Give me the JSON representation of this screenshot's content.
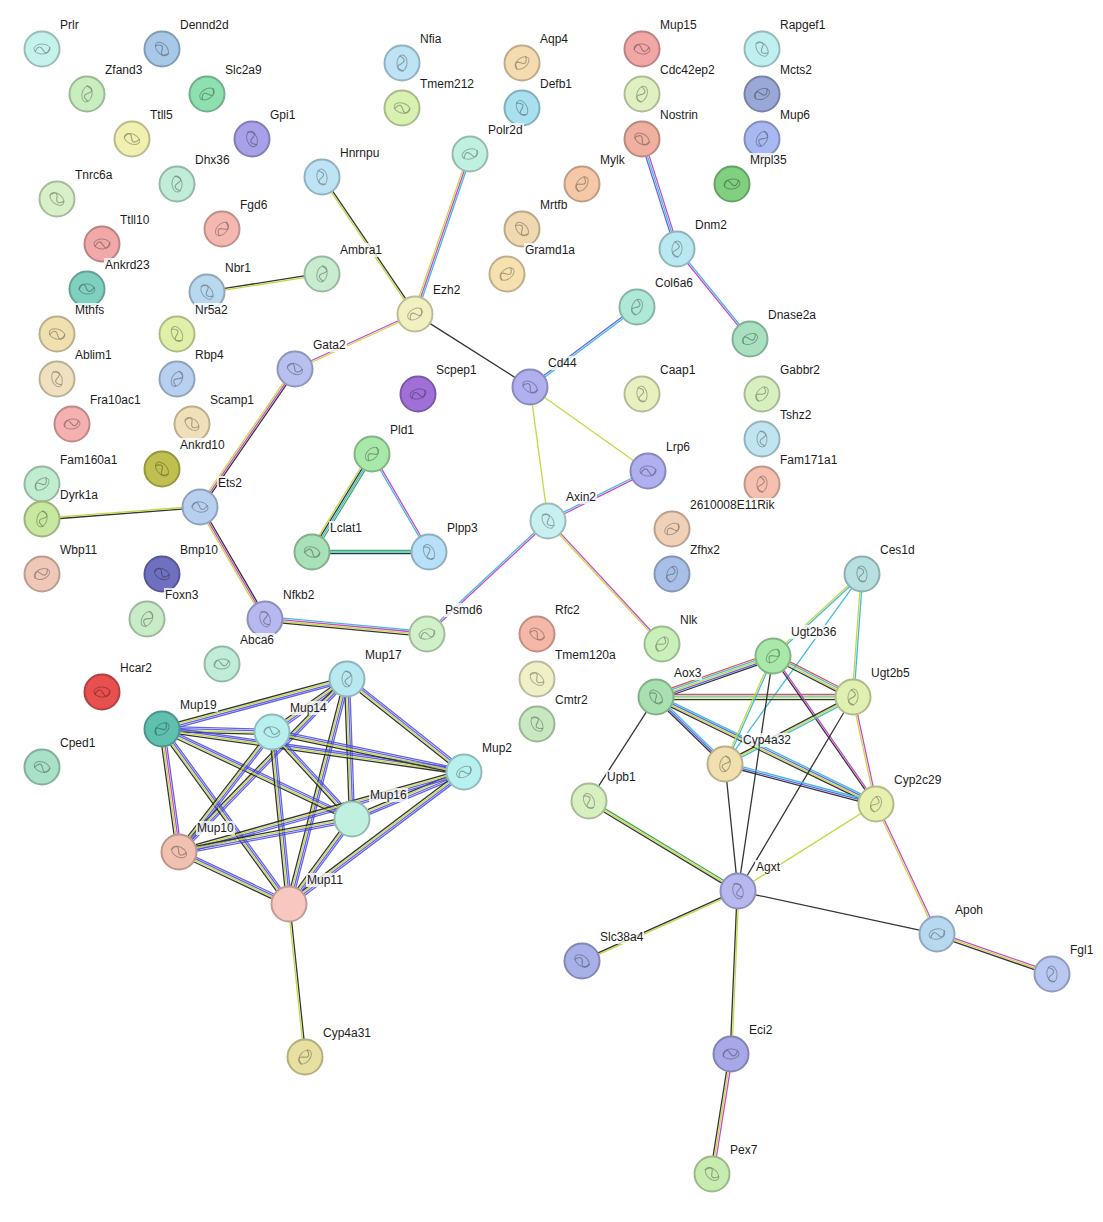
{
  "diagram": {
    "nodes": [
      {
        "text": [
          "Prlr"
        ]
      },
      {
        "text": [
          "Dennd2d"
        ]
      },
      {
        "text": [
          "Nfia"
        ]
      },
      {
        "text": [
          "Aqp4"
        ]
      },
      {
        "text": [
          "Mup15"
        ]
      },
      {
        "text": [
          "Rapgef1"
        ]
      },
      {
        "text": [
          "Zfand3"
        ]
      },
      {
        "text": [
          "Slc2a9"
        ]
      },
      {
        "text": [
          "Tmem212"
        ]
      },
      {
        "text": [
          "Defb1"
        ]
      },
      {
        "text": [
          "Cdc42ep2"
        ]
      },
      {
        "text": [
          "Mcts2"
        ]
      },
      {
        "text": [
          "Ttll5"
        ]
      },
      {
        "text": [
          "Gpi1"
        ]
      },
      {
        "text": [
          "Mup6"
        ]
      },
      {
        "text": [
          "Polr2d"
        ]
      },
      {
        "text": [
          "Nostrin"
        ]
      },
      {
        "text": [
          "Hnrnpu"
        ]
      },
      {
        "text": [
          "Mylk"
        ]
      },
      {
        "text": [
          "Mrpl35"
        ]
      },
      {
        "text": [
          "Tnrc6a"
        ]
      },
      {
        "text": [
          "Dhx36"
        ]
      },
      {
        "text": [
          "Fgd6"
        ]
      },
      {
        "text": [
          "Ttll10"
        ]
      },
      {
        "text": [
          "Mrtfb"
        ]
      },
      {
        "text": [
          "Dnm2"
        ]
      },
      {
        "text": [
          "Gramd1a"
        ]
      },
      {
        "text": [
          "Ankrd23"
        ]
      },
      {
        "text": [
          "Nbr1"
        ]
      },
      {
        "text": [
          "Ambra1"
        ]
      },
      {
        "text": [
          "Ezh2"
        ]
      },
      {
        "text": [
          "Mthfs"
        ]
      },
      {
        "text": [
          "Nr5a2"
        ]
      },
      {
        "text": [
          "Col6a6"
        ]
      },
      {
        "text": [
          "Dnase2a"
        ]
      },
      {
        "text": [
          "Gata2"
        ]
      },
      {
        "text": [
          "Ablim1"
        ]
      },
      {
        "text": [
          "Rbp4"
        ]
      },
      {
        "text": [
          "Scpep1"
        ]
      },
      {
        "text": [
          "Cd44"
        ]
      },
      {
        "text": [
          "Caap1"
        ]
      },
      {
        "text": [
          "Gabbr2"
        ]
      },
      {
        "text": [
          "Fra10ac1"
        ]
      },
      {
        "text": [
          "Scamp1"
        ]
      },
      {
        "text": [
          "Tshz2"
        ]
      },
      {
        "text": [
          "Pld1"
        ]
      },
      {
        "text": [
          "Lrp6"
        ]
      },
      {
        "text": [
          "Ankrd10"
        ]
      },
      {
        "text": [
          "Fam171a1"
        ]
      },
      {
        "text": [
          "Fam160a1"
        ]
      },
      {
        "text": [
          "Ets2"
        ]
      },
      {
        "text": [
          "Axin2"
        ]
      },
      {
        "text": [
          "Dyrk1a"
        ]
      },
      {
        "text": [
          "2610008E11Rik"
        ]
      },
      {
        "text": [
          "Lclat1"
        ]
      },
      {
        "text": [
          "Plpp3"
        ]
      },
      {
        "text": [
          "Zfhx2"
        ]
      },
      {
        "text": [
          "Wbp11"
        ]
      },
      {
        "text": [
          "Bmp10"
        ]
      },
      {
        "text": [
          "Nfkb2"
        ]
      },
      {
        "text": [
          "Foxn3"
        ]
      },
      {
        "text": [
          "Psmd6"
        ]
      },
      {
        "text": [
          "Rfc2"
        ]
      },
      {
        "text": [
          "Ces1d"
        ]
      },
      {
        "text": [
          "Nlk"
        ]
      },
      {
        "text": [
          "Abca6"
        ]
      },
      {
        "text": [
          "Tmem120a"
        ]
      },
      {
        "text": [
          "Mup17"
        ]
      },
      {
        "text": [
          "Ugt2b36"
        ]
      },
      {
        "text": [
          "Hcar2"
        ]
      },
      {
        "text": [
          "Aox3"
        ]
      },
      {
        "text": [
          "Ugt2b5"
        ]
      },
      {
        "text": [
          "Mup19"
        ]
      },
      {
        "text": [
          "Mup14"
        ]
      },
      {
        "text": [
          "Cmtr2"
        ]
      },
      {
        "text": [
          "Cyp4a32"
        ]
      },
      {
        "text": [
          "Mup2"
        ]
      },
      {
        "text": [
          "Cped1"
        ]
      },
      {
        "text": [
          "Upb1"
        ]
      },
      {
        "text": [
          "Cyp2c29"
        ]
      },
      {
        "text": [
          "Mup16"
        ]
      },
      {
        "text": [
          "Mup10"
        ]
      },
      {
        "text": [
          "Agxt"
        ]
      },
      {
        "text": [
          "Mup11"
        ]
      },
      {
        "text": [
          "Apoh"
        ]
      },
      {
        "text": [
          "Slc38a4"
        ]
      },
      {
        "text": [
          "Fgl1"
        ]
      },
      {
        "text": [
          "Cyp4a31"
        ]
      },
      {
        "text": [
          "Eci2"
        ]
      },
      {
        "text": [
          "Pex7"
        ]
      }
    ],
    "edges": [
      {
        "from": 17,
        "to": 30,
        "arrow": "none"
      },
      {
        "from": 15,
        "to": 30,
        "arrow": "none"
      },
      {
        "from": 28,
        "to": 29,
        "arrow": "none"
      },
      {
        "from": 30,
        "to": 35,
        "arrow": "none"
      },
      {
        "from": 30,
        "to": 39,
        "arrow": "none"
      },
      {
        "from": 16,
        "to": 25,
        "arrow": "none"
      },
      {
        "from": 25,
        "to": 34,
        "arrow": "none"
      },
      {
        "from": 33,
        "to": 39,
        "arrow": "none"
      },
      {
        "from": 39,
        "to": 46,
        "arrow": "none"
      },
      {
        "from": 39,
        "to": 51,
        "arrow": "none"
      },
      {
        "from": 46,
        "to": 51,
        "arrow": "none"
      },
      {
        "from": 51,
        "to": 61,
        "arrow": "none"
      },
      {
        "from": 51,
        "to": 64,
        "arrow": "none"
      },
      {
        "from": 35,
        "to": 50,
        "arrow": "none"
      },
      {
        "from": 50,
        "to": 52,
        "arrow": "none"
      },
      {
        "from": 50,
        "to": 59,
        "arrow": "none"
      },
      {
        "from": 59,
        "to": 61,
        "arrow": "none"
      },
      {
        "from": 45,
        "to": 54,
        "arrow": "none"
      },
      {
        "from": 45,
        "to": 55,
        "arrow": "none"
      },
      {
        "from": 54,
        "to": 55,
        "arrow": "none"
      },
      {
        "from": 67,
        "to": 72,
        "arrow": "none"
      },
      {
        "from": 67,
        "to": 73,
        "arrow": "none"
      },
      {
        "from": 67,
        "to": 76,
        "arrow": "none"
      },
      {
        "from": 67,
        "to": 80,
        "arrow": "none"
      },
      {
        "from": 67,
        "to": 81,
        "arrow": "none"
      },
      {
        "from": 67,
        "to": 83,
        "arrow": "none"
      },
      {
        "from": 72,
        "to": 73,
        "arrow": "none"
      },
      {
        "from": 72,
        "to": 76,
        "arrow": "none"
      },
      {
        "from": 72,
        "to": 80,
        "arrow": "none"
      },
      {
        "from": 72,
        "to": 81,
        "arrow": "none"
      },
      {
        "from": 72,
        "to": 83,
        "arrow": "none"
      },
      {
        "from": 73,
        "to": 76,
        "arrow": "none"
      },
      {
        "from": 73,
        "to": 80,
        "arrow": "none"
      },
      {
        "from": 73,
        "to": 81,
        "arrow": "none"
      },
      {
        "from": 73,
        "to": 83,
        "arrow": "none"
      },
      {
        "from": 76,
        "to": 80,
        "arrow": "none"
      },
      {
        "from": 76,
        "to": 81,
        "arrow": "none"
      },
      {
        "from": 76,
        "to": 83,
        "arrow": "none"
      },
      {
        "from": 80,
        "to": 81,
        "arrow": "none"
      },
      {
        "from": 80,
        "to": 83,
        "arrow": "none"
      },
      {
        "from": 81,
        "to": 83,
        "arrow": "none"
      },
      {
        "from": 83,
        "to": 87,
        "arrow": "none"
      },
      {
        "from": 63,
        "to": 68,
        "arrow": "none"
      },
      {
        "from": 63,
        "to": 71,
        "arrow": "none"
      },
      {
        "from": 63,
        "to": 75,
        "arrow": "none"
      },
      {
        "from": 70,
        "to": 68,
        "arrow": "none"
      },
      {
        "from": 70,
        "to": 71,
        "arrow": "none"
      },
      {
        "from": 70,
        "to": 75,
        "arrow": "none"
      },
      {
        "from": 70,
        "to": 79,
        "arrow": "none"
      },
      {
        "from": 70,
        "to": 78,
        "arrow": "none"
      },
      {
        "from": 68,
        "to": 71,
        "arrow": "none"
      },
      {
        "from": 68,
        "to": 75,
        "arrow": "none"
      },
      {
        "from": 68,
        "to": 79,
        "arrow": "none"
      },
      {
        "from": 68,
        "to": 82,
        "arrow": "none"
      },
      {
        "from": 71,
        "to": 75,
        "arrow": "none"
      },
      {
        "from": 71,
        "to": 79,
        "arrow": "none"
      },
      {
        "from": 71,
        "to": 82,
        "arrow": "none"
      },
      {
        "from": 75,
        "to": 79,
        "arrow": "none"
      },
      {
        "from": 75,
        "to": 82,
        "arrow": "none"
      },
      {
        "from": 79,
        "to": 82,
        "arrow": "none"
      },
      {
        "from": 79,
        "to": 84,
        "arrow": "none"
      },
      {
        "from": 82,
        "to": 84,
        "arrow": "none"
      },
      {
        "from": 84,
        "to": 86,
        "arrow": "none"
      },
      {
        "from": 82,
        "to": 85,
        "arrow": "none"
      },
      {
        "from": 82,
        "to": 88,
        "arrow": "none"
      },
      {
        "from": 88,
        "to": 89,
        "arrow": "none"
      },
      {
        "from": 78,
        "to": 82,
        "arrow": "none"
      }
    ]
  }
}
